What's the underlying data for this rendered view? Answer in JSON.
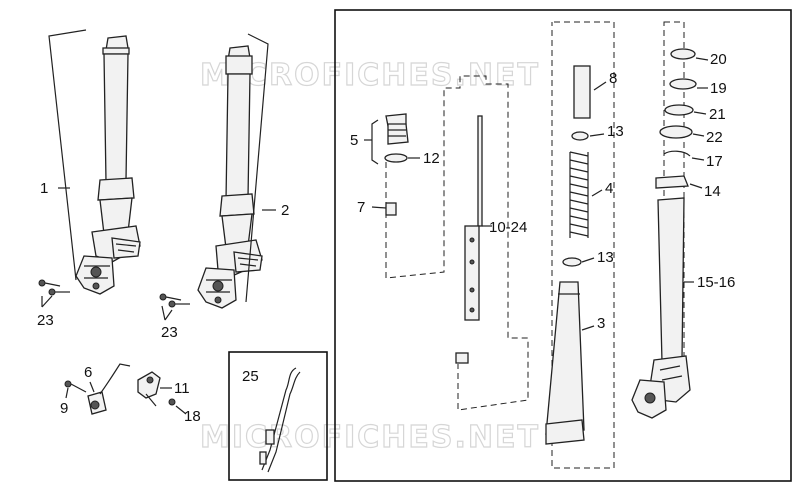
{
  "watermark": "MICROFICHES.NET",
  "callouts": {
    "c1": "1",
    "c2": "2",
    "c3": "3",
    "c4": "4",
    "c5": "5",
    "c6": "6",
    "c7": "7",
    "c8": "8",
    "c9": "9",
    "c10_24": "10-24",
    "c11": "11",
    "c12": "12",
    "c13a": "13",
    "c13b": "13",
    "c14": "14",
    "c15_16": "15-16",
    "c17": "17",
    "c18": "18",
    "c19": "19",
    "c20": "20",
    "c21": "21",
    "c22": "22",
    "c23a": "23",
    "c23b": "23",
    "c25": "25"
  }
}
